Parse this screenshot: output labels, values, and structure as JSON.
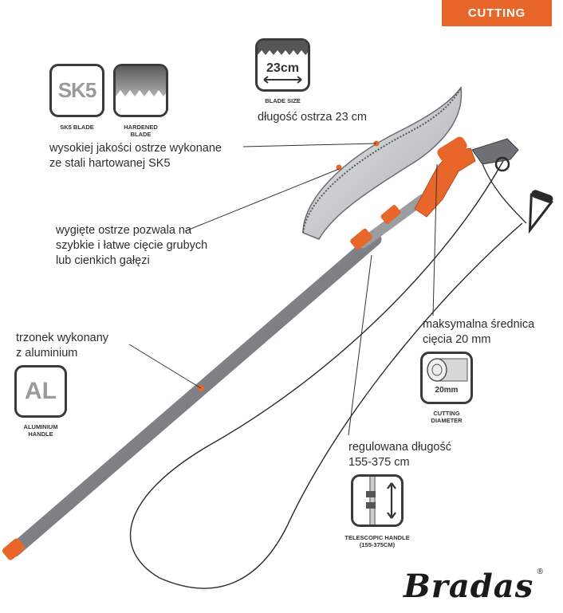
{
  "badge": {
    "label": "CUTTING"
  },
  "icons": {
    "sk5": {
      "text": "SK5",
      "caption": "SK5 BLADE"
    },
    "hardened": {
      "caption_line1": "HARDENED",
      "caption_line2": "BLADE"
    },
    "blade_size": {
      "value": "23cm",
      "caption": "BLADE SIZE"
    },
    "aluminium": {
      "text": "AL",
      "caption_line1": "ALUMINIUM",
      "caption_line2": "HANDLE"
    },
    "cutting_diameter": {
      "value": "20mm",
      "caption_line1": "CUTTING",
      "caption_line2": "DIAMETER"
    },
    "telescopic": {
      "caption_line1": "TELESCOPIC HANDLE",
      "caption_line2": "(155-375cm)"
    }
  },
  "annotations": {
    "blade_length": "długość ostrza 23 cm",
    "blade_quality": [
      "wysokiej jakości ostrze wykonane",
      "ze stali hartowanej SK5"
    ],
    "curved_blade": [
      "wygięte ostrze pozwala na",
      "szybkie i łatwe cięcie grubych",
      "lub cienkich gałęzi"
    ],
    "handle": [
      "trzonek wykonany",
      "z aluminium"
    ],
    "max_diameter": [
      "maksymalna średnica",
      "cięcia 20 mm"
    ],
    "adjustable_length": [
      "regulowana długość",
      "155-375 cm"
    ]
  },
  "brand": {
    "name": "Bradas",
    "registered": "®"
  },
  "colors": {
    "accent": "#e8662a",
    "dark": "#3a3a3a",
    "pole": "#8a8d91",
    "blade": "#cfd2d5"
  }
}
